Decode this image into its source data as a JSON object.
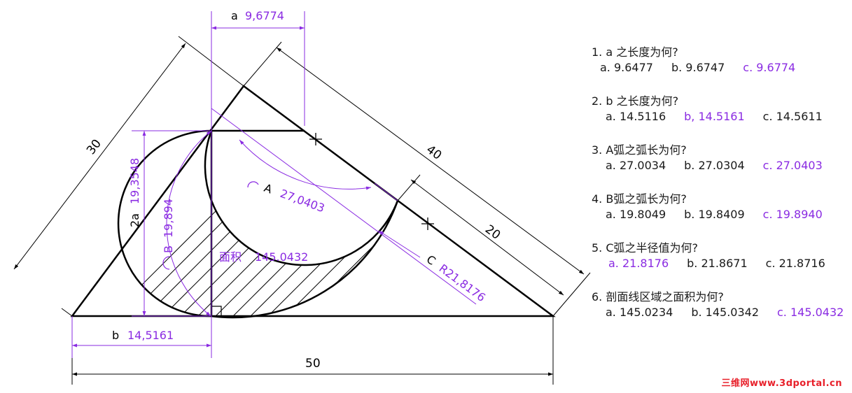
{
  "colors": {
    "line": "#000000",
    "dim": "#8a2be2",
    "watermark": "#e8202a"
  },
  "dims": {
    "a_name": "a",
    "a_value": "9,6774",
    "b_name": "b",
    "b_value": "14,5161",
    "twoa_name": "2a",
    "twoa_value": "19,3548",
    "B_name": "B",
    "B_value": "19,894",
    "A_name": "A",
    "A_value": "27,0403",
    "C_name": "C",
    "C_value": "R21,8176",
    "area_name": "面积",
    "area_value": "145.0432",
    "d30": "30",
    "d40": "40",
    "d20": "20",
    "d50": "50"
  },
  "questions": [
    {
      "q": "1. a 之长度为何?",
      "options": [
        "a. 9.6477",
        "b. 9.6747",
        "c. 9.6774"
      ],
      "answer": 2
    },
    {
      "q": "2. b 之长度为何?",
      "options": [
        "a. 14.5116",
        "b, 14.5161",
        "c. 14.5611"
      ],
      "answer": 1
    },
    {
      "q": "3. A弧之弧长为何?",
      "options": [
        "a. 27.0034",
        "b. 27.0304",
        "c. 27.0403"
      ],
      "answer": 2
    },
    {
      "q": "4. B弧之弧长为何?",
      "options": [
        "a. 19.8049",
        "b. 19.8409",
        "c. 19.8940"
      ],
      "answer": 2
    },
    {
      "q": "5. C弧之半径值为何?",
      "options": [
        "a. 21.8176",
        "b. 21.8671",
        "c. 21.8716"
      ],
      "answer": 0
    },
    {
      "q": "6. 剖面线区域之面积为何?",
      "options": [
        "a. 145.0234",
        "b. 145.0342",
        "c. 145.0432"
      ],
      "answer": 2
    }
  ],
  "watermark": "三维网www.3dportal.cn"
}
